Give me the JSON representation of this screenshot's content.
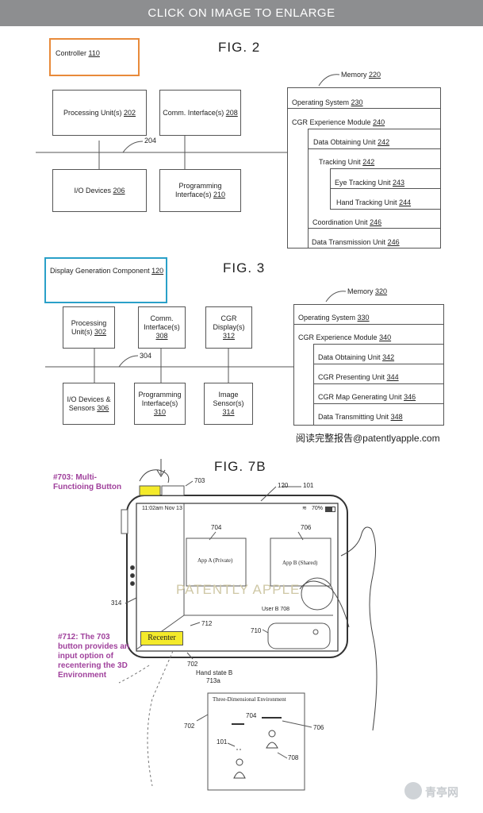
{
  "banner": "CLICK ON IMAGE TO ENLARGE",
  "fig2": {
    "title": "FIG. 2",
    "controller": {
      "text": "Controller",
      "ref": "110"
    },
    "processing": {
      "text": "Processing Unit(s)",
      "ref": "202"
    },
    "comm": {
      "text": "Comm. Interface(s)",
      "ref": "208"
    },
    "io": {
      "text": "I/O Devices",
      "ref": "206"
    },
    "prog": {
      "text": "Programming Interface(s)",
      "ref": "210"
    },
    "bus": "204",
    "memory": {
      "text": "Memory",
      "ref": "220"
    },
    "rows": [
      {
        "text": "Operating System",
        "ref": "230"
      },
      {
        "text": "CGR Experience Module",
        "ref": "240"
      },
      {
        "text": "Data Obtaining Unit",
        "ref": "242"
      },
      {
        "text": "Tracking Unit",
        "ref": "242"
      },
      {
        "text": "Eye Tracking Unit",
        "ref": "243"
      },
      {
        "text": "Hand Tracking Unit",
        "ref": "244"
      },
      {
        "text": "Coordination Unit",
        "ref": "246"
      },
      {
        "text": "Data Transmission Unit",
        "ref": "246"
      }
    ]
  },
  "fig3": {
    "title": "FIG. 3",
    "dgc": {
      "text": "Display Generation Component",
      "ref": "120"
    },
    "processing": {
      "text": "Processing Unit(s)",
      "ref": "302"
    },
    "comm": {
      "text": "Comm. Interface(s)",
      "ref": "308"
    },
    "cgr": {
      "text": "CGR Display(s)",
      "ref": "312"
    },
    "io": {
      "text": "I/O Devices & Sensors",
      "ref": "306"
    },
    "prog": {
      "text": "Programming Interface(s)",
      "ref": "310"
    },
    "image": {
      "text": "Image Sensor(s)",
      "ref": "314"
    },
    "bus": "304",
    "memory": {
      "text": "Memory",
      "ref": "320"
    },
    "rows": [
      {
        "text": "Operating System",
        "ref": "330"
      },
      {
        "text": "CGR Experience Module",
        "ref": "340"
      },
      {
        "text": "Data Obtaining Unit",
        "ref": "342"
      },
      {
        "text": "CGR Presenting Unit",
        "ref": "344"
      },
      {
        "text": "CGR Map Generating Unit",
        "ref": "346"
      },
      {
        "text": "Data Transmitting Unit",
        "ref": "348"
      }
    ]
  },
  "credit": "阅读完整报告@patentlyapple.com",
  "fig7b": {
    "title": "FIG. 7B",
    "note703": "#703: Multi-Functioing Button",
    "note712": "#712: The 703 button provides an input option of recentering the 3D Environment",
    "status_time": "11:02am Nov 13",
    "battery": "70%",
    "app_a": "App A (Private)",
    "app_b": "App B (Shared)",
    "user_b": "User B 708",
    "recenter": "Recenter",
    "watermark": "PATENTLY APPLE",
    "hand_state": "Hand state B",
    "hand_ref": "713a",
    "refs": {
      "r703": "703",
      "r120": "120",
      "r101": "101",
      "r704": "704",
      "r706": "706",
      "r314": "314",
      "r712": "712",
      "r710": "710",
      "r702": "702"
    },
    "env": {
      "title": "Three-Dimensional Environment",
      "r702": "702",
      "r704": "704",
      "r706": "706",
      "r101": "101",
      "r708": "708"
    }
  },
  "logo": "青亭网"
}
